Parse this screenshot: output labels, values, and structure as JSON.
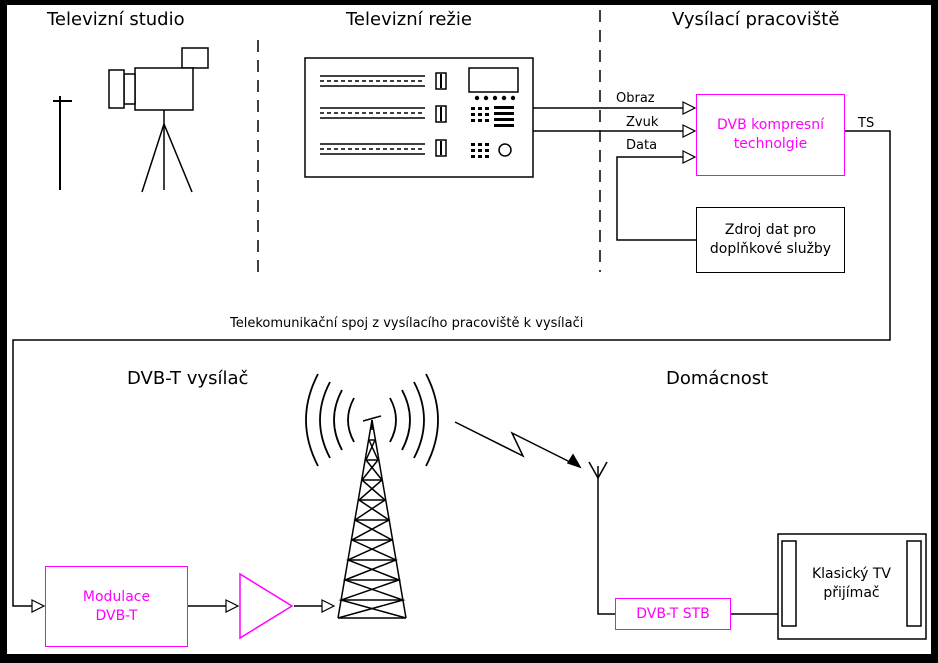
{
  "sections": {
    "studio": "Televizní studio",
    "rezie": "Televizní režie",
    "vysilaci": "Vysílací pracoviště",
    "vysilac": "DVB-T vysílač",
    "domacnost": "Domácnost"
  },
  "signals": {
    "obraz": "Obraz",
    "zvuk": "Zvuk",
    "data": "Data",
    "ts": "TS"
  },
  "boxes": {
    "dvb_kompresni": "DVB kompresní technolgie",
    "zdroj_dat": "Zdroj dat pro doplňkové služby",
    "modulace": "Modulace DVB-T",
    "stb": "DVB-T STB",
    "tv": "Klasický TV přijímač"
  },
  "telecom_label": "Telekomunikační spoj z vysílacího pracoviště k vysílači",
  "colors": {
    "accent": "#ff00ff",
    "line": "#000000",
    "background": "#000000",
    "panel": "#ffffff"
  }
}
